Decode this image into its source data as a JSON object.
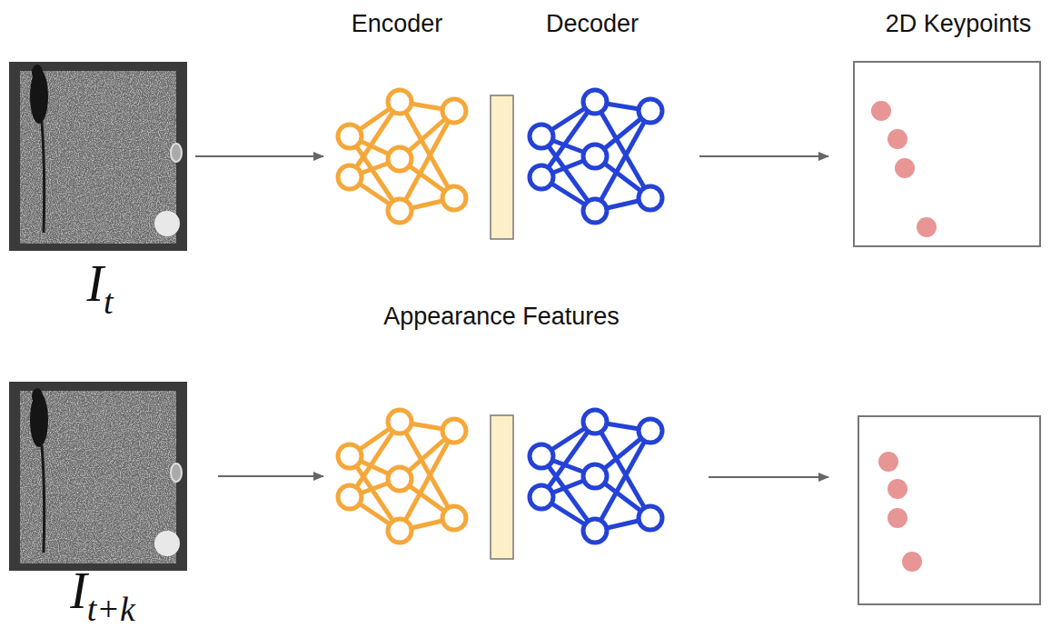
{
  "diagram": {
    "labels": [
      "Encoder",
      "Decoder",
      "2D Keypoints",
      "Appearance Features",
      "I",
      "t",
      "I",
      "t+k"
    ]
  }
}
